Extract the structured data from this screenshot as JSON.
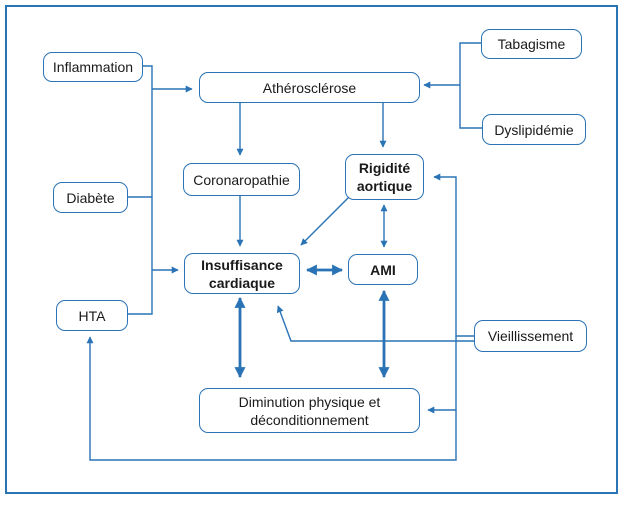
{
  "diagram": {
    "accent_color": "#2a73b5",
    "border_color": "#2a73b5",
    "nodes": {
      "inflammation": "Inflammation",
      "atherosclerose": "Athérosclérose",
      "tabagisme": "Tabagisme",
      "dyslipidemie": "Dyslipidémie",
      "coronaropathie": "Coronaropathie",
      "rigidite": "Rigidité\naortique",
      "diabete": "Diabète",
      "insuffisance": "Insuffisance\ncardiaque",
      "ami": "AMI",
      "hta": "HTA",
      "vieillissement": "Vieillissement",
      "diminution": "Diminution physique et\ndéconditionnement"
    },
    "footer": ""
  }
}
